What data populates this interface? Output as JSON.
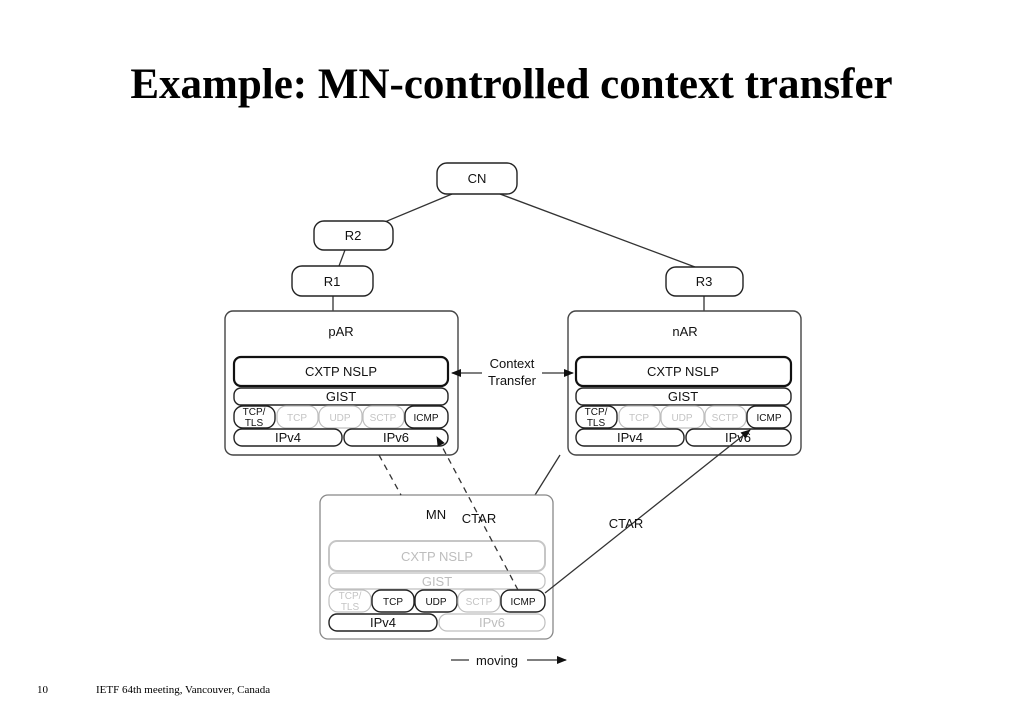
{
  "slide": {
    "title": "Example: MN-controlled context transfer",
    "page_number": "10",
    "footer": "IETF 64th meeting, Vancouver, Canada"
  },
  "diagram": {
    "nodes": {
      "cn": "CN",
      "r1": "R1",
      "r2": "R2",
      "r3": "R3"
    },
    "par": {
      "label": "pAR",
      "nslp": "CXTP NSLP",
      "gist": "GIST",
      "transport": [
        "TCP/\nTLS",
        "TCP",
        "UDP",
        "SCTP",
        "ICMP"
      ],
      "ip": [
        "IPv4",
        "IPv6"
      ]
    },
    "nar": {
      "label": "nAR",
      "nslp": "CXTP NSLP",
      "gist": "GIST",
      "transport": [
        "TCP/\nTLS",
        "TCP",
        "UDP",
        "SCTP",
        "ICMP"
      ],
      "ip": [
        "IPv4",
        "IPv6"
      ]
    },
    "mn": {
      "label": "MN",
      "nslp": "CXTP NSLP",
      "gist": "GIST",
      "transport": [
        "TCP/\nTLS",
        "TCP",
        "UDP",
        "SCTP",
        "ICMP"
      ],
      "ip": [
        "IPv4",
        "IPv6"
      ]
    },
    "context_transfer_label": [
      "Context",
      "Transfer"
    ],
    "ctar_label_mn": "CTAR",
    "ctar_label_nar": "CTAR",
    "moving_label": "moving"
  }
}
